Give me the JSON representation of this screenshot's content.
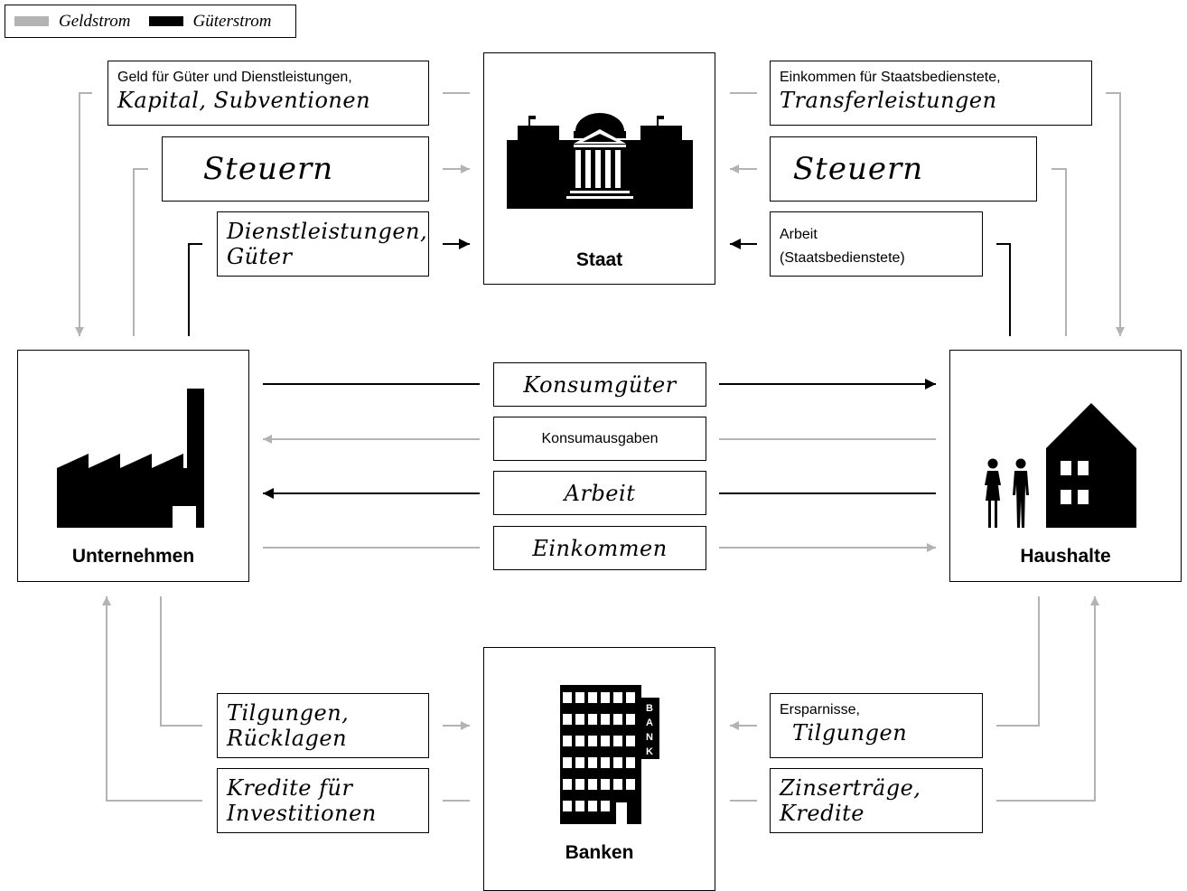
{
  "legend": {
    "geldstrom": "Geldstrom",
    "gueterstrom": "Güterstrom",
    "geldstrom_color": "#b3b3b3",
    "gueterstrom_color": "#000000"
  },
  "nodes": {
    "staat": "Staat",
    "unternehmen": "Unternehmen",
    "haushalte": "Haushalte",
    "banken": "Banken",
    "bank_sign": [
      "B",
      "A",
      "N",
      "K"
    ]
  },
  "flows": {
    "geld_fuer_gueter": {
      "line1": "Geld für Güter und Dienstleistungen,",
      "line2": "Kapital, Subventionen"
    },
    "steuern_unternehmen": "Steuern",
    "dienstleistungen_gueter": {
      "line1": "Dienstleistungen,",
      "line2": "Güter"
    },
    "einkommen_staatsbedienstete": {
      "line1": "Einkommen für Staatsbedienstete,",
      "line2": "Transferleistungen"
    },
    "steuern_haushalte": "Steuern",
    "arbeit_staatsbedienstete": {
      "line1": "Arbeit",
      "line2": "(Staatsbedienstete)"
    },
    "konsumgueter": "Konsumgüter",
    "konsumausgaben": "Konsumausgaben",
    "arbeit": "Arbeit",
    "einkommen": "Einkommen",
    "tilgungen_ruecklagen": {
      "line1": "Tilgungen,",
      "line2": "Rücklagen"
    },
    "kredite_investitionen": {
      "line1": "Kredite für",
      "line2": "Investitionen"
    },
    "ersparnisse_tilgungen": {
      "line1": "Ersparnisse,",
      "line2": "Tilgungen"
    },
    "zinsertraege_kredite": {
      "line1": "Zinserträge,",
      "line2": "Kredite"
    }
  },
  "icons": [
    "parliament-icon",
    "factory-icon",
    "house-with-people-icon",
    "bank-building-icon"
  ]
}
